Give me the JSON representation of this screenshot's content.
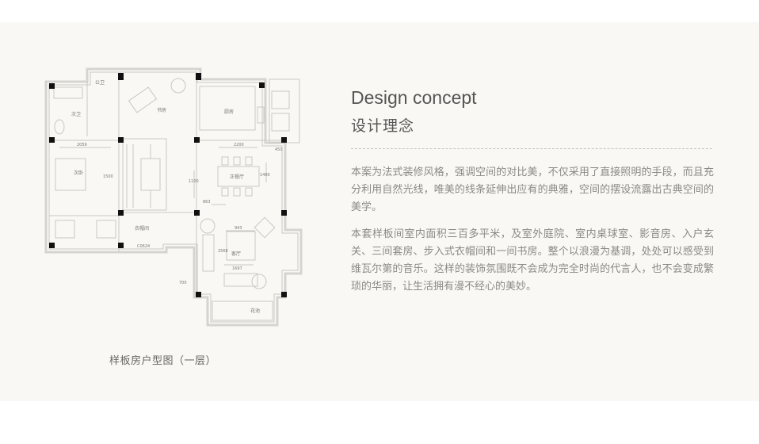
{
  "concept": {
    "title_en": "Design concept",
    "title_cn": "设计理念",
    "paragraphs": [
      "本案为法式装修风格，强调空间的对比美，不仅采用了直接照明的手段，而且充分利用自然光线，唯美的线条延伸出应有的典雅，空间的摆设流露出古典空间的美学。",
      "本套样板间室内面积三百多平米，及室外庭院、室内桌球室、影音房、入户玄关、三间套房、步入式衣帽间和一间书房。整个以浪漫为基调，处处可以感受到维瓦尔第的音乐。这样的装饰氛围既不会成为完全时尚的代言人，也不会变成繁琐的华丽，让生活拥有漫不经心的美妙。"
    ]
  },
  "floorplan": {
    "caption": "样板房户型图（一层）",
    "rooms": {
      "public_bath": "公卫",
      "study": "书房",
      "second_bath": "次卫",
      "kitchen": "厨房",
      "second_bedroom": "次卧",
      "dining": "正餐厅",
      "cloakroom": "衣帽间",
      "living": "客厅",
      "flower_bed": "花池"
    },
    "dimensions": [
      "2059",
      "2200",
      "1500",
      "1400",
      "863",
      "943",
      "2568",
      "1697",
      "450",
      "1100",
      "700"
    ],
    "door_code": "C0624"
  }
}
